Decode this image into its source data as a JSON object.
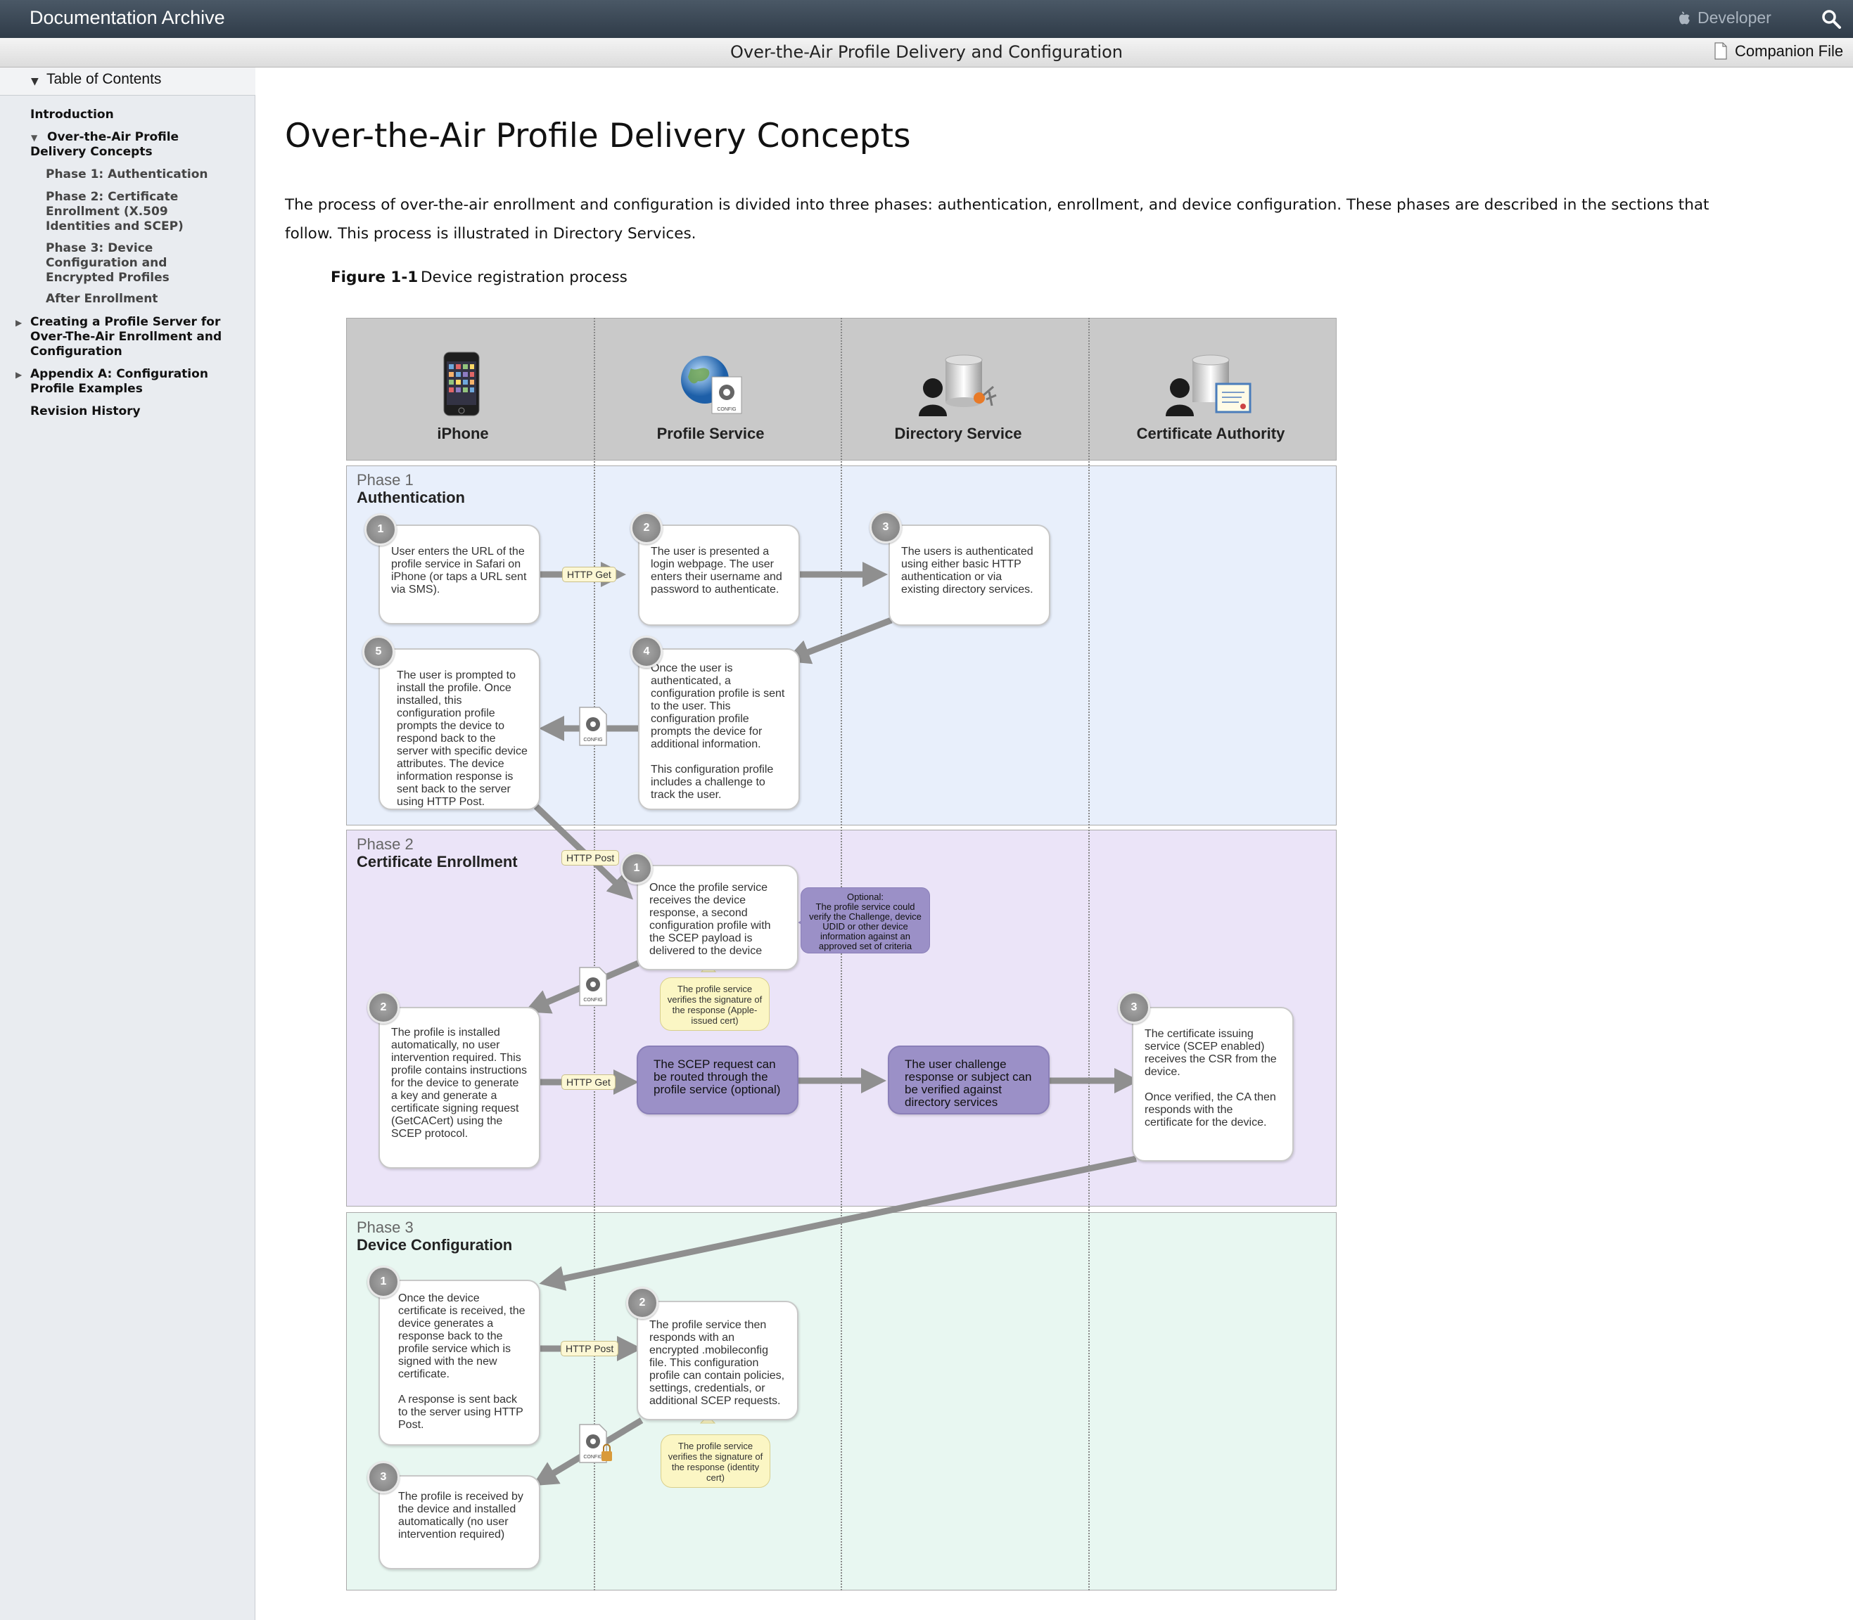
{
  "header": {
    "site_title": "Documentation Archive",
    "developer_label": "Developer",
    "doc_title": "Over-the-Air Profile Delivery and Configuration",
    "companion_label": "Companion File"
  },
  "sidebar": {
    "toc_title": "Table of Contents",
    "items": [
      {
        "label": "Introduction"
      },
      {
        "label": "Over-the-Air Profile Delivery Concepts"
      },
      {
        "label": "Phase 1: Authentication"
      },
      {
        "label": "Phase 2: Certificate Enrollment (X.509 Identities and SCEP)"
      },
      {
        "label": "Phase 3: Device Configuration and Encrypted Profiles"
      },
      {
        "label": "After Enrollment"
      },
      {
        "label": "Creating a Profile Server for Over-The-Air Enrollment and Configuration"
      },
      {
        "label": "Appendix A: Configuration Profile Examples"
      },
      {
        "label": "Revision History"
      }
    ]
  },
  "main": {
    "title": "Over-the-Air Profile Delivery Concepts",
    "intro": "The process of over-the-air enrollment and configuration is divided into three phases: authentication, enrollment, and device configuration. These phases are described in the sections that follow. This process is illustrated in Directory Services.",
    "figure_label": "Figure 1-1",
    "figure_caption": "Device registration process"
  },
  "diagram": {
    "columns": [
      "iPhone",
      "Profile Service",
      "Directory Service",
      "Certificate Authority"
    ],
    "config_label": "CONFIG",
    "phases": [
      {
        "num": "Phase 1",
        "name": "Authentication",
        "color": "#e8effb"
      },
      {
        "num": "Phase 2",
        "name": "Certificate Enrollment",
        "color": "#ebe4f8"
      },
      {
        "num": "Phase 3",
        "name": "Device Configuration",
        "color": "#e8f7f1"
      }
    ],
    "p1": {
      "s1": "User enters the URL of the profile service in Safari on iPhone (or taps a URL sent via SMS).",
      "s2": "The user is presented a login webpage. The user enters their username and password to authenticate.",
      "s3": "The users is authenticated using either basic HTTP authentication or via existing directory services.",
      "s4": "Once the user is authenticated, a configuration profile is sent to the user. This configuration profile prompts the device for additional information.\n\nThis configuration profile includes a challenge to track the user.",
      "s5": "The user is prompted to install the profile. Once installed, this configuration profile prompts the device to respond back to the server with specific device attributes. The device information response is sent back to the server using HTTP Post.",
      "tag_get": "HTTP Get"
    },
    "p2": {
      "s1": "Once the profile service receives the device response, a second configuration profile with the SCEP payload is delivered to the device",
      "s2": "The profile is installed automatically, no user intervention required. This profile contains instructions for the device to generate a key and generate a certificate signing request (GetCACert) using the SCEP protocol.",
      "s3": "The certificate issuing service (SCEP enabled) receives the CSR from the device.\n\nOnce verified, the CA then responds with the certificate for the device.",
      "scep": "The SCEP request can be routed through the profile service (optional)",
      "challenge": "The user challenge response or subject can be verified against directory services",
      "optional": "Optional:\nThe profile service could verify the Challenge, device UDID or other device information against an approved set of criteria",
      "note": "The profile service verifies the signature of the response (Apple-issued cert)",
      "tag_post": "HTTP Post",
      "tag_get": "HTTP Get"
    },
    "p3": {
      "s1": "Once the device certificate is received, the device generates a response back to the profile service which is signed with the new certificate.\n\nA response is sent back to the server using HTTP Post.",
      "s2": "The profile service then responds with an encrypted .mobileconfig file. This configuration profile can contain policies, settings, credentials, or additional SCEP requests.",
      "s3": "The profile is received by the device and installed automatically (no user intervention required)",
      "note": "The profile service verifies the signature of the response (identity cert)",
      "tag_post": "HTTP Post"
    },
    "steps": {
      "one": "1",
      "two": "2",
      "three": "3",
      "four": "4",
      "five": "5"
    }
  }
}
